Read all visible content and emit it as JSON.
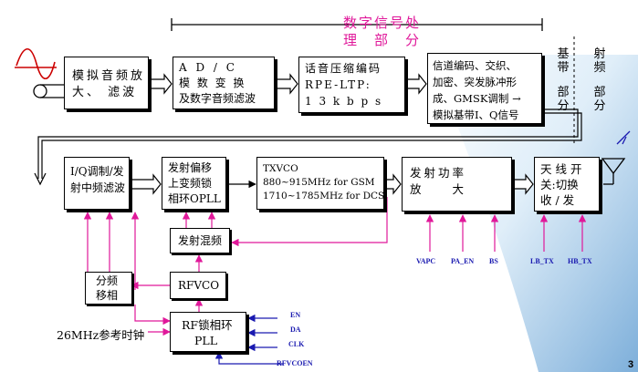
{
  "digital_section": {
    "line1": "数字信号处",
    "line2": "理　部　分"
  },
  "right_labels": {
    "baseband": [
      "基",
      "带",
      "",
      "部",
      "分"
    ],
    "rf": [
      "射",
      "频",
      "",
      "部",
      "分"
    ]
  },
  "boxes": {
    "analog_filter": [
      "模拟音频放",
      "大、 滤波"
    ],
    "adc": [
      "A D / C",
      "模 数 变 换",
      "及数字音频滤波"
    ],
    "speech_coder": [
      "话音压缩编码",
      "RPE-LTP:",
      "1 3 k b p s"
    ],
    "channel_coder": [
      "信道编码、交织、",
      "加密、突发脉冲形",
      "成、GMSK调制 →",
      "模拟基带I、Q信号"
    ],
    "iq_mod": [
      "I/Q调制/发",
      "射中频滤波"
    ],
    "tx_offset": [
      "发射偏移",
      "上变频锁",
      "相环OPLL"
    ],
    "txvco": [
      "TXVCO",
      "880~915MHz for GSM",
      "1710~1785MHz for DCS"
    ],
    "pa": [
      "发射功率",
      "放　　大"
    ],
    "antenna_switch": [
      "天 线 开",
      "关:切换",
      "收 / 发"
    ],
    "tx_mixer": [
      "发射混频"
    ],
    "divider": [
      "分频",
      "移相"
    ],
    "rfvco": [
      "RFVCO"
    ],
    "rf_pll": [
      "RF锁相环",
      "PLL"
    ]
  },
  "control_signals": [
    "VAPC",
    "PA_EN",
    "BS",
    "LB_TX",
    "HB_TX"
  ],
  "pll_inputs": [
    "EN",
    "DA",
    "CLK",
    "RFVCOEN"
  ],
  "reference_clock": "26MHz参考时钟",
  "page_number": "3"
}
